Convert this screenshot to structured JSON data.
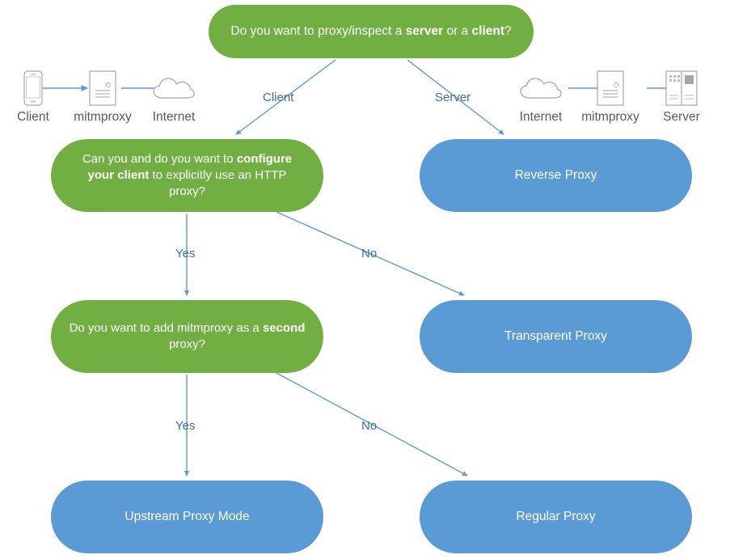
{
  "diagram": {
    "title": "mitmproxy mode decision flowchart",
    "colors": {
      "green": "#72AF42",
      "blue": "#5B9BD5",
      "connector": "#5B9BD5",
      "edge_label": "#3A6EA5",
      "icon_label": "#595959",
      "icon_outline": "#A6A6A6"
    },
    "nodes": {
      "root": {
        "shape": "rounded-rect",
        "kind": "decision",
        "color": "green",
        "text_parts": [
          {
            "t": "Do you want to proxy/inspect a ",
            "bold": false
          },
          {
            "t": "server",
            "bold": true
          },
          {
            "t": " or a ",
            "bold": false
          },
          {
            "t": "client",
            "bold": true
          },
          {
            "t": "?",
            "bold": false
          }
        ],
        "text": "Do you want to proxy/inspect a server or a client?"
      },
      "configure": {
        "shape": "rounded-rect",
        "kind": "decision",
        "color": "green",
        "text_parts": [
          {
            "t": "Can you and do you want to ",
            "bold": false
          },
          {
            "t": "configure your client",
            "bold": true
          },
          {
            "t": " to explicitly use an HTTP proxy?",
            "bold": false
          }
        ],
        "text": "Can you and do you want to configure your client to explicitly use an HTTP proxy?"
      },
      "second": {
        "shape": "rounded-rect",
        "kind": "decision",
        "color": "green",
        "text_parts": [
          {
            "t": "Do you want to add mitmproxy as a ",
            "bold": false
          },
          {
            "t": "second",
            "bold": true
          },
          {
            "t": " proxy?",
            "bold": false
          }
        ],
        "text": "Do you want to add mitmproxy as a second proxy?"
      },
      "reverse": {
        "shape": "rounded-rect",
        "kind": "outcome",
        "color": "blue",
        "text": "Reverse Proxy"
      },
      "transparent": {
        "shape": "rounded-rect",
        "kind": "outcome",
        "color": "blue",
        "text": "Transparent Proxy"
      },
      "upstream": {
        "shape": "rounded-rect",
        "kind": "outcome",
        "color": "blue",
        "text": "Upstream Proxy Mode"
      },
      "regular": {
        "shape": "rounded-rect",
        "kind": "outcome",
        "color": "blue",
        "text": "Regular Proxy"
      }
    },
    "edges": [
      {
        "from": "root",
        "to": "configure",
        "label": "Client"
      },
      {
        "from": "root",
        "to": "reverse",
        "label": "Server"
      },
      {
        "from": "configure",
        "to": "second",
        "label": "Yes"
      },
      {
        "from": "configure",
        "to": "transparent",
        "label": "No"
      },
      {
        "from": "second",
        "to": "upstream",
        "label": "Yes"
      },
      {
        "from": "second",
        "to": "regular",
        "label": "No"
      }
    ],
    "edge_labels": {
      "client": "Client",
      "server": "Server",
      "yes_1": "Yes",
      "no_1": "No",
      "yes_2": "Yes",
      "no_2": "No"
    },
    "flows": {
      "left": {
        "name": "client-side flow",
        "steps": [
          {
            "label": "Client",
            "icon": "mobile-phone-icon"
          },
          {
            "label": "mitmproxy",
            "icon": "document-page-icon"
          },
          {
            "label": "Internet",
            "icon": "cloud-icon"
          }
        ]
      },
      "right": {
        "name": "server-side flow",
        "steps": [
          {
            "label": "Internet",
            "icon": "cloud-icon"
          },
          {
            "label": "mitmproxy",
            "icon": "document-page-icon"
          },
          {
            "label": "Server",
            "icon": "server-rack-icon"
          }
        ]
      }
    }
  }
}
